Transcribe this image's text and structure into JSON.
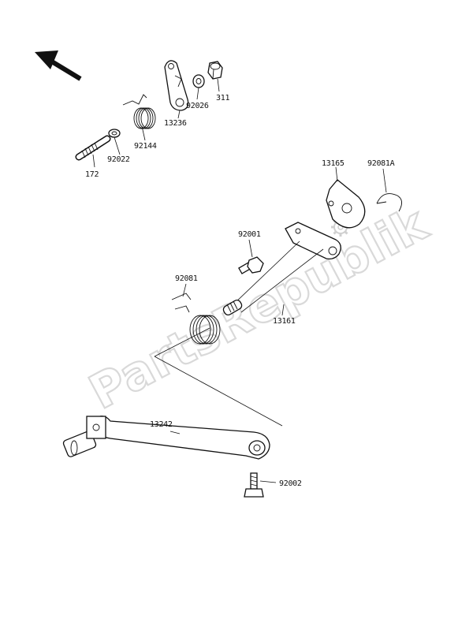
{
  "watermark": {
    "text": "PartsRepublik"
  },
  "parts": {
    "p172": "172",
    "p92022": "92022",
    "p92144": "92144",
    "p13236": "13236",
    "p92026": "92026",
    "p311": "311",
    "p13165": "13165",
    "p92081A": "92081A",
    "p92001": "92001",
    "p92081": "92081",
    "p13161": "13161",
    "p13242": "13242",
    "p92002": "92002"
  },
  "icons": {
    "direction": "arrow-front-icon",
    "gear": "gear-icon"
  }
}
